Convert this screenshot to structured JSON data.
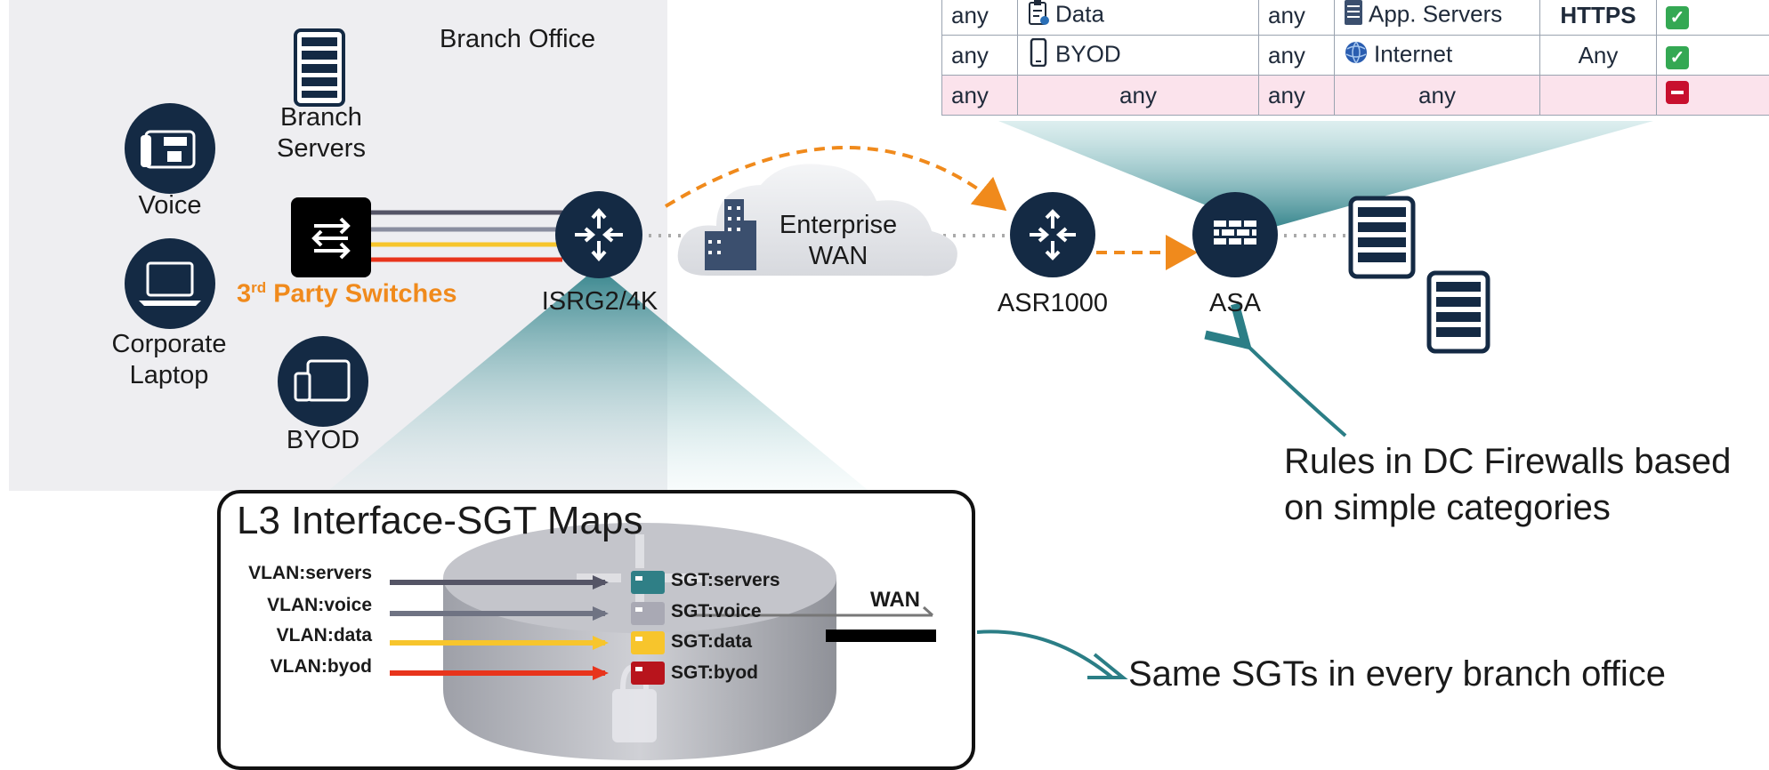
{
  "branch": {
    "title": "Branch Office",
    "servers_label_line1": "Branch",
    "servers_label_line2": "Servers",
    "voice_label": "Voice",
    "laptop_label_line1": "Corporate",
    "laptop_label_line2": "Laptop",
    "byod_label": "BYOD",
    "switch_label_main": "3",
    "switch_label_sup": "rd",
    "switch_label_rest": " Party Switches",
    "router_label": "ISRG2/4K"
  },
  "wan": {
    "line1": "Enterprise",
    "line2": "WAN"
  },
  "dc": {
    "asr_label": "ASR1000",
    "asa_label": "ASA"
  },
  "firewall_table": {
    "rows": [
      {
        "src": "any",
        "src_group": "Data",
        "dst": "any",
        "dst_group": "App. Servers",
        "service": "HTTPS",
        "action": "allow"
      },
      {
        "src": "any",
        "src_group": "BYOD",
        "dst": "any",
        "dst_group": "Internet",
        "service": "Any",
        "action": "allow"
      },
      {
        "src": "any",
        "src_group": "any",
        "dst": "any",
        "dst_group": "any",
        "service": "",
        "action": "deny"
      }
    ]
  },
  "callouts": {
    "rules_line1": "Rules in DC Firewalls based",
    "rules_line2": "on simple categories",
    "same_sgts": "Same SGTs in every branch office"
  },
  "sgt_map": {
    "title": "L3 Interface-SGT Maps",
    "wan_label": "WAN",
    "vlans": [
      "VLAN:servers",
      "VLAN:voice",
      "VLAN:data",
      "VLAN:byod"
    ],
    "sgts": [
      "SGT:servers",
      "SGT:voice",
      "SGT:data",
      "SGT:byod"
    ],
    "colors": [
      "#2f7f86",
      "#a9a9b4",
      "#f7c52c",
      "#b8141c"
    ],
    "line_colors": [
      "#555566",
      "#6f7383",
      "#f7c52c",
      "#e8341c"
    ]
  },
  "colors": {
    "accent_orange": "#f08a1c",
    "device_navy": "#142a44",
    "teal": "#2b7e86"
  }
}
